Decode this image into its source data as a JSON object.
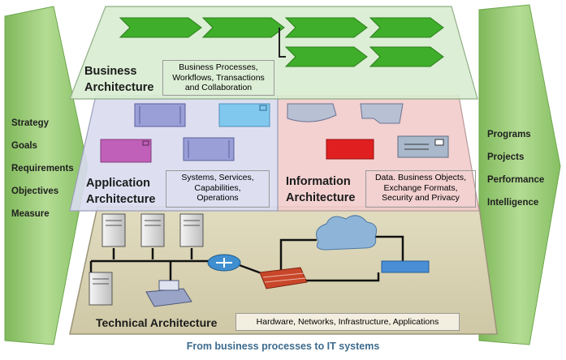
{
  "left_column": {
    "items": [
      "Strategy",
      "Goals",
      "Requirements",
      "Objectives",
      "Measure"
    ]
  },
  "right_column": {
    "items": [
      "Programs",
      "Projects",
      "Performance",
      "Intelligence"
    ]
  },
  "layers": {
    "business": {
      "title_line1": "Business",
      "title_line2": "Architecture",
      "desc_line1": "Business Processes,",
      "desc_line2": "Workflows, Transactions",
      "desc_line3": "and Collaboration"
    },
    "application": {
      "title_line1": "Application",
      "title_line2": "Architecture",
      "desc_line1": "Systems, Services,",
      "desc_line2": "Capabilities,",
      "desc_line3": "Operations"
    },
    "information": {
      "title_line1": "Information",
      "title_line2": "Architecture",
      "desc_line1": "Data. Business Objects,",
      "desc_line2": "Exchange Formats,",
      "desc_line3": "Security and Privacy"
    },
    "technical": {
      "title": "Technical Architecture",
      "desc": "Hardware, Networks, Infrastructure, Applications"
    }
  },
  "caption": "From business processes to IT systems",
  "colors": {
    "side_arrow": "#9cc97a",
    "business_plane": "#d8ecd0",
    "application_plane": "#d9dcef",
    "information_plane": "#f2cccc",
    "technical_plane": "#d8d2b4",
    "process_chevron": "#3fae2a",
    "caption": "#3d6b8e"
  }
}
